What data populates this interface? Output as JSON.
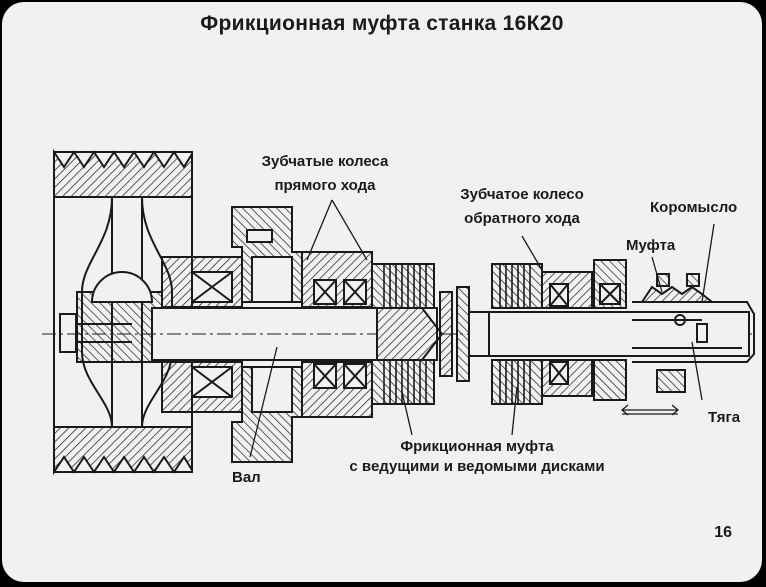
{
  "title": "Фрикционная муфта станка 16К20",
  "labels": {
    "gears_forward_line1": "Зубчатые колеса",
    "gears_forward_line2": "прямого хода",
    "gear_reverse_line1": "Зубчатое колесо",
    "gear_reverse_line2": "обратного хода",
    "rocker": "Коромысло",
    "coupling": "Муфта",
    "rod": "Тяга",
    "shaft": "Вал",
    "friction_line1": "Фрикционная муфта",
    "friction_line2": "с ведущими и ведомыми дисками"
  },
  "page_number": "16",
  "colors": {
    "background": "#f1f1f1",
    "ink": "#1a1a1a"
  }
}
